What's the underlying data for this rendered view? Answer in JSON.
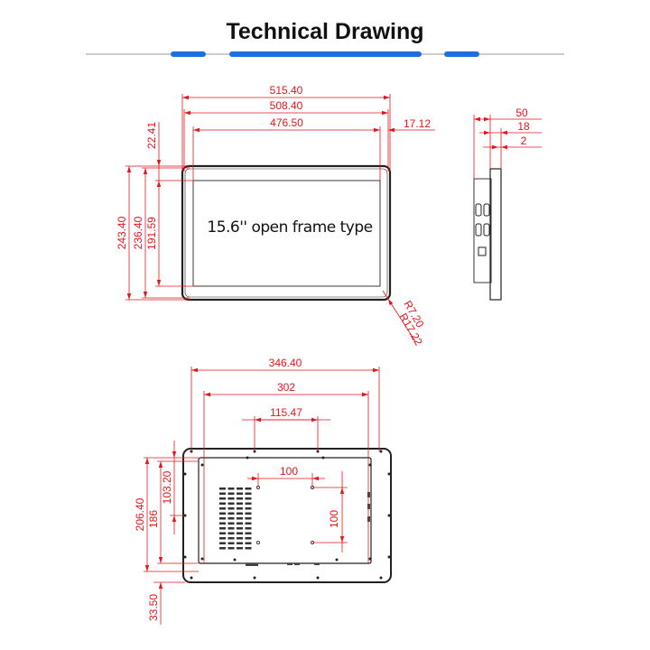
{
  "header": {
    "title": "Technical Drawing",
    "accent_color": "#1e6fe0",
    "line_color": "#9a9a9a"
  },
  "front_view": {
    "label": "15.6'' open frame type",
    "dims": {
      "overall_width": "515.40",
      "frame_width": "508.40",
      "active_width": "476.50",
      "side_margin": "17.12",
      "top_margin": "22.41",
      "overall_height": "243.40",
      "frame_height": "236.40",
      "active_height": "191.59",
      "radius_inner": "R7.20",
      "radius_outer": "R17.22"
    }
  },
  "side_view": {
    "dims": {
      "depth": "50",
      "front_depth": "18",
      "bezel": "2"
    }
  },
  "back_view": {
    "dims": {
      "mount_width": "346.40",
      "inner_width": "302",
      "top_hole_spacing": "115.47",
      "vesa_h": "100",
      "vesa_v": "100",
      "mount_height": "206.40",
      "inner_height": "186",
      "vesa_offset": "103.20",
      "bottom_offset": "33.50"
    }
  },
  "dimension_color": "#e8141b"
}
